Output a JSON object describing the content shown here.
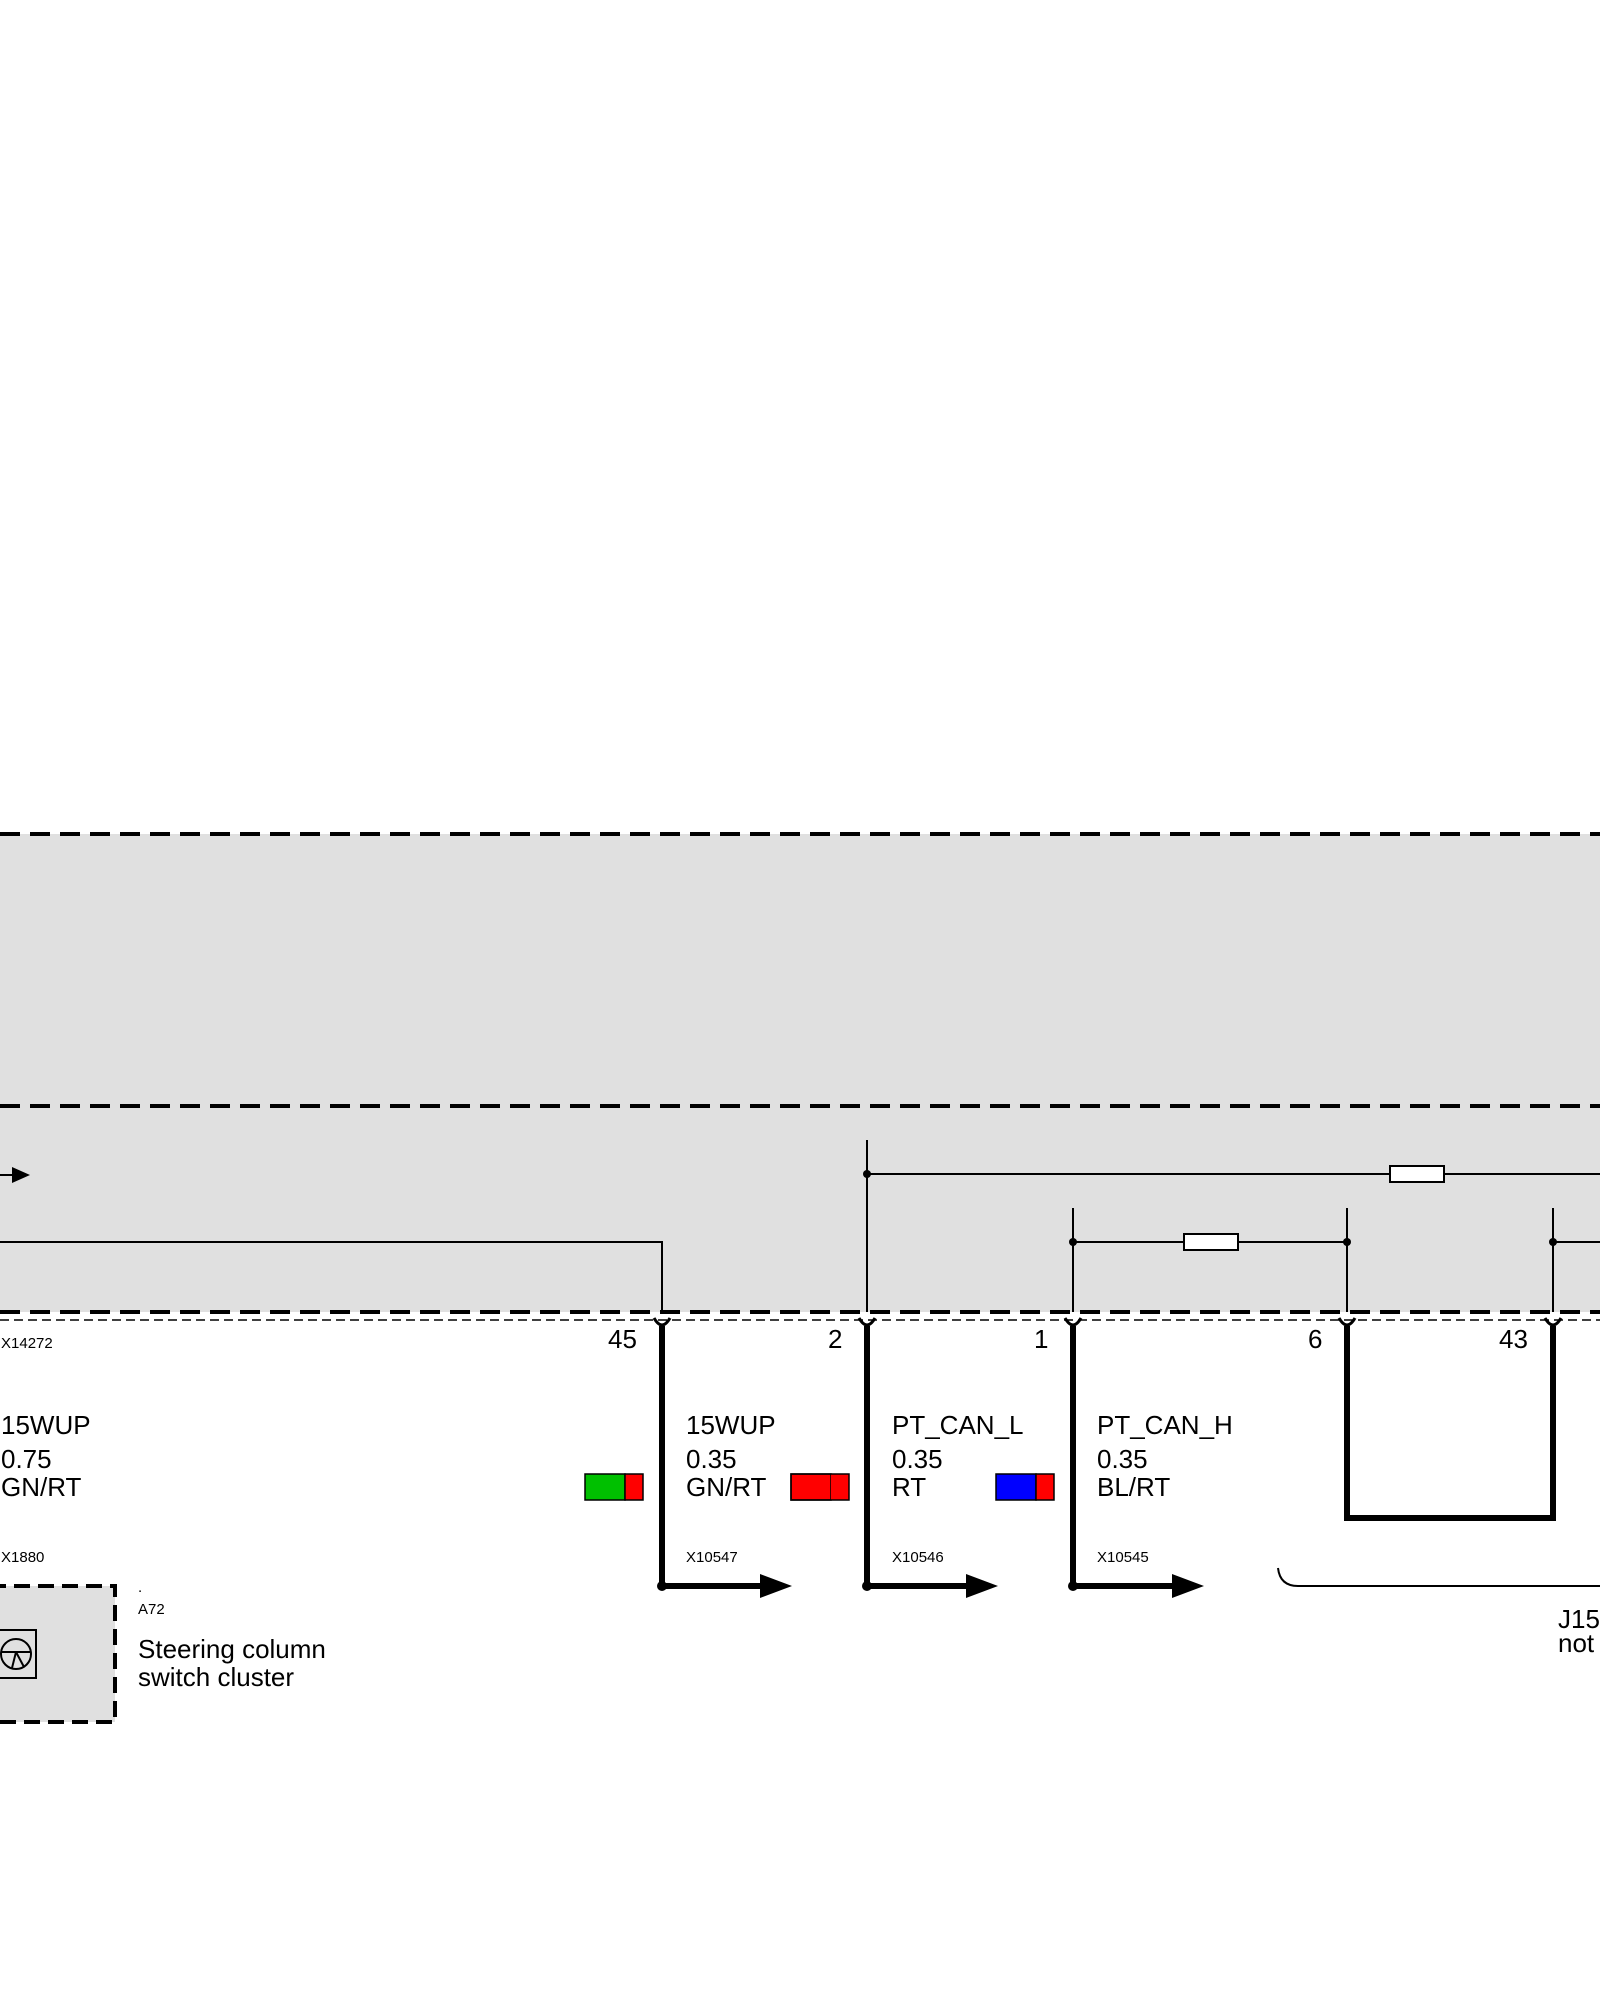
{
  "connectors": {
    "left_main": "X14272",
    "left_lower": "X1880"
  },
  "left_wire": {
    "name": "15WUP",
    "size": "0.75",
    "color": "GN/RT"
  },
  "pins": [
    {
      "number": "45",
      "wire_name": "15WUP",
      "size": "0.35",
      "color": "GN/RT",
      "connector": "X10547",
      "swatch": [
        "#00c000",
        "#ff0000"
      ]
    },
    {
      "number": "2",
      "wire_name": "PT_CAN_L",
      "size": "0.35",
      "color": "RT",
      "connector": "X10546",
      "swatch": [
        "#ff0000",
        "#ff0000"
      ]
    },
    {
      "number": "1",
      "wire_name": "PT_CAN_H",
      "size": "0.35",
      "color": "BL/RT",
      "connector": "X10545",
      "swatch": [
        "#0000ff",
        "#ff0000"
      ]
    },
    {
      "number": "6"
    },
    {
      "number": "43"
    }
  ],
  "component": {
    "dot": ".",
    "id": "A72",
    "name_line1": "Steering column",
    "name_line2": "switch cluster",
    "icon": "steering-wheel-icon"
  },
  "jumper_note": {
    "line1": "J15",
    "line2": "not"
  },
  "colors": {
    "housing_fill": "#e0e0e0",
    "wire": "#000000"
  }
}
